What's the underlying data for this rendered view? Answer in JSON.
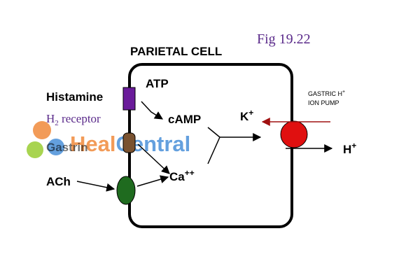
{
  "figure_label": "Fig 19.22",
  "cell_title": "PARIETAL CELL",
  "receptors": {
    "histamine": "Histamine",
    "h2_receptor_main": "H",
    "h2_receptor_sub": "2",
    "h2_receptor_rest": " receptor",
    "gastrin": "Gastrin",
    "ach": "ACh"
  },
  "messengers": {
    "atp": "ATP",
    "camp": "cAMP",
    "ca_base": "Ca",
    "ca_charge": "++"
  },
  "pump": {
    "label_line1_base": "GASTRIC H",
    "label_line1_sup": "+",
    "label_line2": "ION PUMP",
    "k_base": "K",
    "k_charge": "+",
    "h_base": "H",
    "h_charge": "+"
  },
  "watermark": "HealCentral",
  "colors": {
    "histamine_receptor": "#6a1b9a",
    "gastrin_receptor": "#7a5230",
    "ach_receptor": "#1f6b1f",
    "pump": "#e01010",
    "k_arrow": "#a01010",
    "figure_label": "#5a2a8a",
    "h2_label": "#5a2a8a",
    "watermark_orange": "#f08a3c",
    "watermark_blue": "#4a90d9",
    "watermark_green": "#9acd32"
  }
}
